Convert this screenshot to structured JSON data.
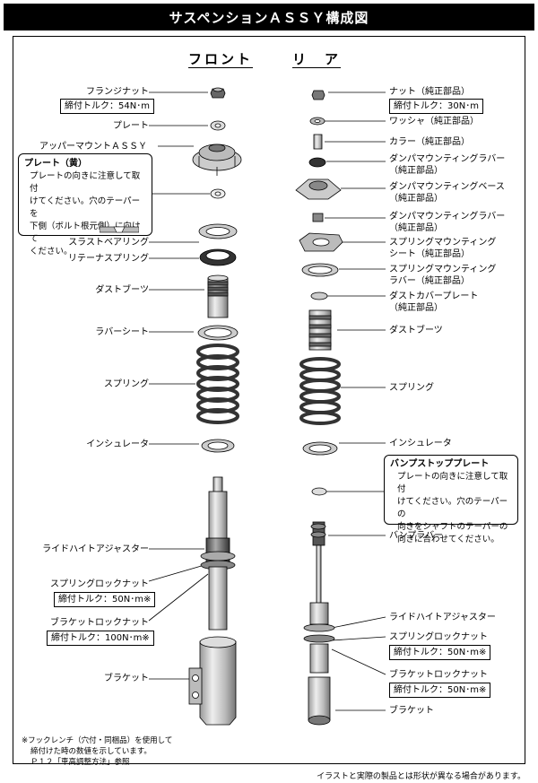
{
  "title": "サスペンションＡＳＳＹ構成図",
  "front": {
    "heading": "フロント",
    "labels": {
      "flange_nut": "フランジナット",
      "flange_nut_torque": "締付トルク：54N･m",
      "plate": "プレート",
      "upper_mount": "アッパーマウントＡＳＳＹ",
      "thrust_bearing": "スラストベアリング",
      "retainer_spring": "リテーナスプリング",
      "dust_boot": "ダストブーツ",
      "rubber_seat": "ラバーシート",
      "spring": "スプリング",
      "insulator": "インシュレータ",
      "ride_height_adjuster": "ライドハイトアジャスター",
      "spring_lock_nut": "スプリングロックナット",
      "spring_lock_nut_torque": "締付トルク：50N･m※",
      "bracket_lock_nut": "ブラケットロックナット",
      "bracket_lock_nut_torque": "締付トルク：100N･m※",
      "bracket": "ブラケット"
    },
    "plate_note": {
      "title": "プレート（黄）",
      "lines": [
        "プレートの向きに注意して取付",
        "けてください。穴のテーパーを",
        "下側（ボルト根元側）に向けて",
        "ください。"
      ]
    }
  },
  "rear": {
    "heading": "リ　ア",
    "labels": {
      "nut": "ナット（純正部品）",
      "nut_torque": "締付トルク：30N･m",
      "washer": "ワッシャ（純正部品）",
      "collar": "カラー（純正部品）",
      "damper_mount_rubber_1a": "ダンパマウンティングラバー",
      "damper_mount_rubber_1b": "（純正部品）",
      "damper_mount_base_a": "ダンパマウンティングベース",
      "damper_mount_base_b": "（純正部品）",
      "damper_mount_rubber_2a": "ダンパマウンティングラバー",
      "damper_mount_rubber_2b": "（純正部品）",
      "spring_mount_seat_a": "スプリングマウンティング",
      "spring_mount_seat_b": "シート（純正部品）",
      "spring_mount_rubber_a": "スプリングマウンティング",
      "spring_mount_rubber_b": "ラバー（純正部品）",
      "dust_cover_plate_a": "ダストカバープレート",
      "dust_cover_plate_b": "（純正部品）",
      "dust_boot": "ダストブーツ",
      "spring": "スプリング",
      "insulator": "インシュレータ",
      "bump_rubber": "バンプラバー",
      "ride_height_adjuster": "ライドハイトアジャスター",
      "spring_lock_nut": "スプリングロックナット",
      "spring_lock_nut_torque": "締付トルク：50N･m※",
      "bracket_lock_nut": "ブラケットロックナット",
      "bracket_lock_nut_torque": "締付トルク：50N･m※",
      "bracket": "ブラケット"
    },
    "bump_note": {
      "title": "バンプストッププレート",
      "lines": [
        "プレートの向きに注意して取付",
        "けてください。穴のテーパーの",
        "向きをシャフトのテーパーの",
        "向きに合わせてください。"
      ]
    }
  },
  "footnote": [
    "※フックレンチ（穴付・同梱品）を使用して",
    "締付けた時の数値を示しています。",
    "Ｐ１２「車高調整方法」参照"
  ],
  "disclaimer": "イラストと実際の製品とは形状が異なる場合があります。"
}
